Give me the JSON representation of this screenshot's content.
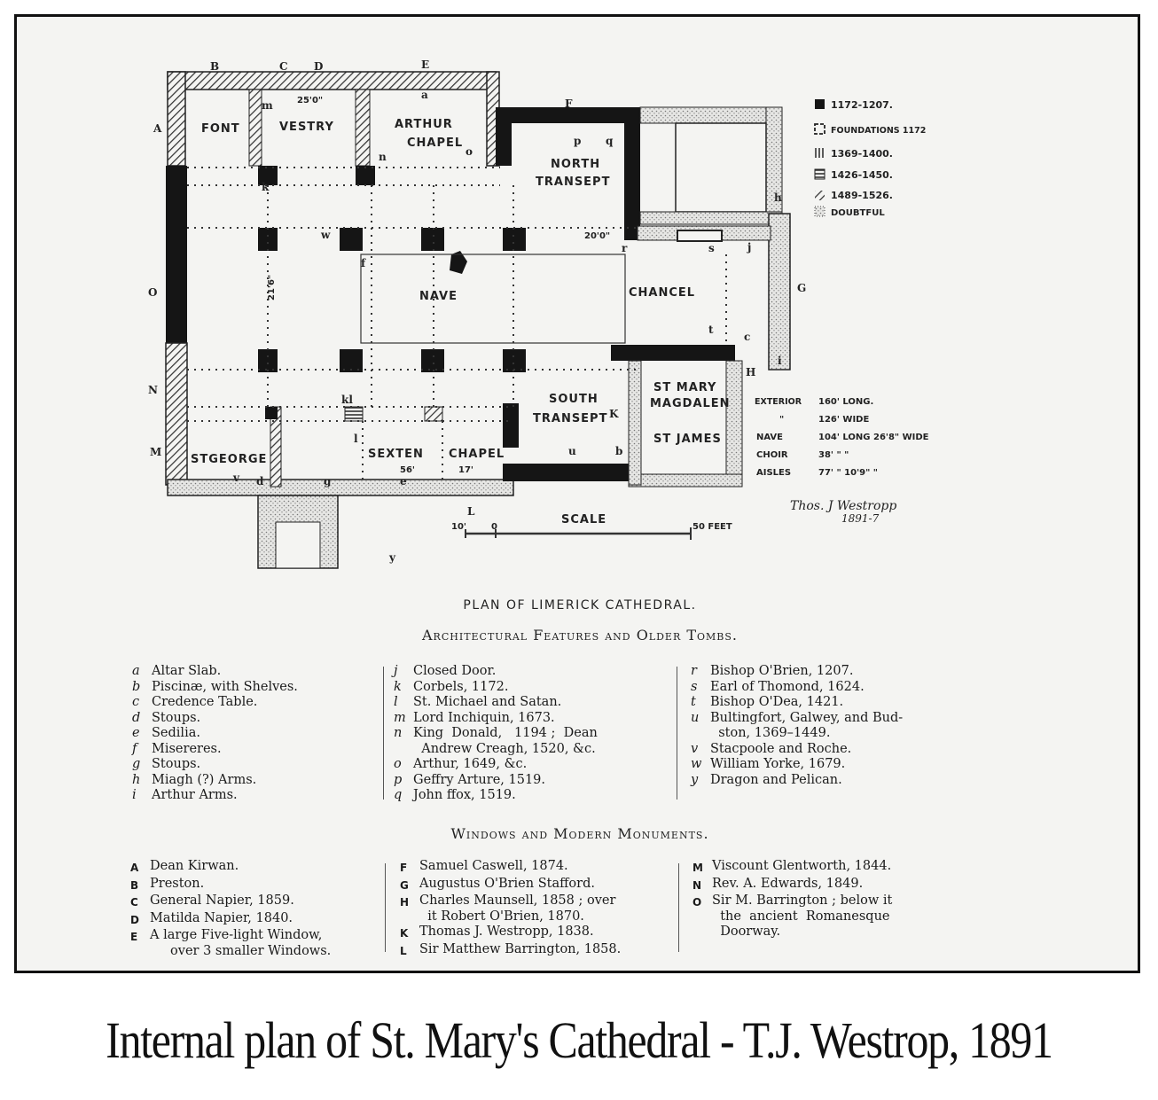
{
  "plan": {
    "room_labels": {
      "font": "FONT",
      "vestry": "VESTRY",
      "arthur_chapel_1": "ARTHUR",
      "arthur_chapel_2": "CHAPEL",
      "north_transept_1": "NORTH",
      "north_transept_2": "TRANSEPT",
      "nave": "NAVE",
      "chancel": "CHANCEL",
      "south_transept_1": "SOUTH",
      "south_transept_2": "TRANSEPT",
      "st_mary_1": "ST MARY",
      "st_mary_2": "MAGDALEN",
      "st_james": "ST JAMES",
      "st_george": "STGEORGE",
      "sexten_chapel_1": "SEXTEN",
      "sexten_chapel_2": "CHAPEL",
      "scale": "SCALE"
    },
    "dimensions": {
      "d1": "25'0\"",
      "d2": "20'0\"",
      "d3": "21'6\"",
      "d4": "56'",
      "d5": "17'",
      "scale_start": "10'",
      "scale_zero": "0",
      "scale_end": "50 FEET"
    },
    "letters": [
      "A",
      "B",
      "C",
      "D",
      "E",
      "F",
      "G",
      "H",
      "K",
      "L",
      "M",
      "N",
      "O",
      "y",
      "a",
      "b",
      "c",
      "d",
      "e",
      "f",
      "g",
      "h",
      "i",
      "j",
      "k",
      "l",
      "m",
      "n",
      "o",
      "p",
      "q",
      "r",
      "s",
      "t",
      "u",
      "v",
      "w",
      "kl"
    ],
    "legend": [
      {
        "symbol": "solid",
        "label": "1172-1207."
      },
      {
        "symbol": "outline",
        "label": "FOUNDATIONS 1172"
      },
      {
        "symbol": "vertical-hatch",
        "label": "1369-1400."
      },
      {
        "symbol": "horizontal-hatch",
        "label": "1426-1450."
      },
      {
        "symbol": "diagonal-hatch",
        "label": "1489-1526."
      },
      {
        "symbol": "dotted",
        "label": "DOUBTFUL"
      }
    ],
    "measurements": [
      [
        "EXTERIOR",
        "160' LONG."
      ],
      [
        "\"",
        "126' WIDE"
      ],
      [
        "NAVE",
        "104' LONG 26'8\" WIDE"
      ],
      [
        "CHOIR",
        "38'    \"    \""
      ],
      [
        "AISLES",
        "77'    \"    10'9\" \""
      ]
    ],
    "signature": [
      "Thos. J Westropp",
      "1891-7"
    ],
    "colors": {
      "ink": "#151515",
      "paper": "#f4f4f2",
      "hatch": "#888888"
    }
  },
  "plan_title": "PLAN OF LIMERICK CATHEDRAL.",
  "architectural": {
    "heading": "Architectural Features and Older Tombs.",
    "col1": [
      {
        "key": "a",
        "text": "Altar Slab."
      },
      {
        "key": "b",
        "text": "Piscinæ, with Shelves."
      },
      {
        "key": "c",
        "text": "Credence Table."
      },
      {
        "key": "d",
        "text": "Stoups."
      },
      {
        "key": "e",
        "text": "Sedilia."
      },
      {
        "key": "f",
        "text": "Misereres."
      },
      {
        "key": "g",
        "text": "Stoups."
      },
      {
        "key": "h",
        "text": "Miagh (?) Arms."
      },
      {
        "key": "i",
        "text": "Arthur Arms."
      }
    ],
    "col2": [
      {
        "key": "j",
        "text": "Closed Door."
      },
      {
        "key": "k",
        "text": "Corbels, 1172."
      },
      {
        "key": "l",
        "text": "St. Michael and Satan."
      },
      {
        "key": "m",
        "text": "Lord Inchiquin, 1673."
      },
      {
        "key": "n",
        "text": "King  Donald,   1194 ;  Dean\n  Andrew Creagh, 1520, &c."
      },
      {
        "key": "o",
        "text": "Arthur, 1649, &c."
      },
      {
        "key": "p",
        "text": "Geffry Arture, 1519."
      },
      {
        "key": "q",
        "text": "John ffox, 1519."
      }
    ],
    "col3": [
      {
        "key": "r",
        "text": "Bishop O'Brien, 1207."
      },
      {
        "key": "s",
        "text": "Earl of Thomond, 1624."
      },
      {
        "key": "t",
        "text": "Bishop O'Dea, 1421."
      },
      {
        "key": "u",
        "text": "Bultingfort, Galwey, and Bud-\n  ston, 1369–1449."
      },
      {
        "key": "v",
        "text": "Stacpoole and Roche."
      },
      {
        "key": "w",
        "text": "William Yorke, 1679."
      },
      {
        "key": "y",
        "text": "Dragon and Pelican."
      }
    ]
  },
  "windows": {
    "heading": "Windows and Modern Monuments.",
    "col1": [
      {
        "key": "A",
        "text": "Dean Kirwan."
      },
      {
        "key": "B",
        "text": "Preston."
      },
      {
        "key": "C",
        "text": "General Napier, 1859."
      },
      {
        "key": "D",
        "text": "Matilda Napier, 1840."
      },
      {
        "key": "E",
        "text": "A large Five-light Window,\n     over 3 smaller Windows."
      }
    ],
    "col2": [
      {
        "key": "F",
        "text": "Samuel Caswell, 1874."
      },
      {
        "key": "G",
        "text": "Augustus O'Brien Stafford."
      },
      {
        "key": "H",
        "text": "Charles Maunsell, 1858 ; over\n  it Robert O'Brien, 1870."
      },
      {
        "key": "K",
        "text": "Thomas J. Westropp, 1838."
      },
      {
        "key": "L",
        "text": "Sir Matthew Barrington, 1858."
      }
    ],
    "col3": [
      {
        "key": "M",
        "text": "Viscount Glentworth, 1844."
      },
      {
        "key": "N",
        "text": "Rev. A. Edwards, 1849."
      },
      {
        "key": "O",
        "text": "Sir M. Barrington ; below it\n  the  ancient  Romanesque\n  Doorway."
      }
    ]
  },
  "caption": "Internal plan of St. Mary's Cathedral - T.J. Westrop, 1891"
}
